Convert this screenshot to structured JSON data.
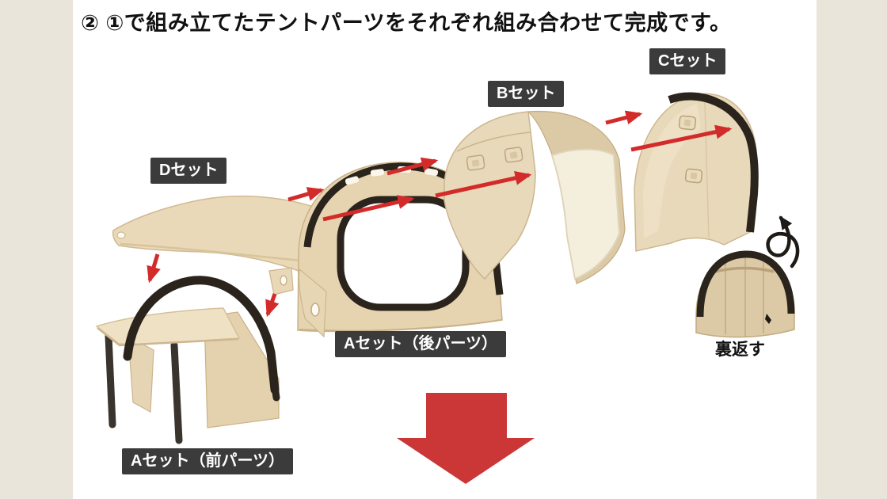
{
  "title": {
    "text": "② ①で組み立てたテントパーツをそれぞれ組み合わせて完成です。"
  },
  "canvas": {
    "background_color": "#e9e5da",
    "panel_color": "#ffffff"
  },
  "labels": {
    "d_set": "Dセット",
    "b_set": "Bセット",
    "c_set": "Cセット",
    "a_set_rear": "Aセット（後パーツ）",
    "a_set_front": "Aセット（前パーツ）",
    "flip_note": "裏返す"
  },
  "colors": {
    "label_bg": "#3b3b3b",
    "label_text": "#ffffff",
    "arrow_red": "#d32a2a",
    "big_arrow_red": "#cb3737",
    "part_beige": "#e6d4b0",
    "part_beige_light": "#efe2c4",
    "trim_black": "#2b241d",
    "panel_white": "#f4eedd"
  },
  "parts": [
    {
      "id": "d-set",
      "label": "Dセット"
    },
    {
      "id": "a-set-front",
      "label": "Aセット（前パーツ）"
    },
    {
      "id": "a-set-rear",
      "label": "Aセット（後パーツ）"
    },
    {
      "id": "b-set",
      "label": "Bセット"
    },
    {
      "id": "c-set",
      "label": "Cセット"
    },
    {
      "id": "flipped-tent",
      "label": "裏返す"
    }
  ]
}
